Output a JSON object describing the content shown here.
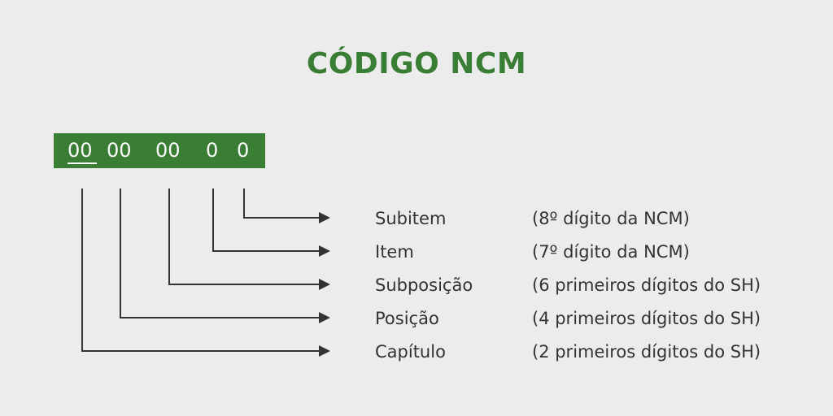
{
  "title": "CÓDIGO NCM",
  "code": {
    "groups": [
      "00",
      "00",
      "00",
      "0",
      "0"
    ]
  },
  "levels": [
    {
      "name": "Subitem",
      "description": "(8º dígito da NCM)"
    },
    {
      "name": "Item",
      "description": "(7º dígito da NCM)"
    },
    {
      "name": "Subposição",
      "description": "(6 primeiros dígitos do SH)"
    },
    {
      "name": "Posição",
      "description": "(4 primeiros dígitos do SH)"
    },
    {
      "name": "Capítulo",
      "description": "(2 primeiros dígitos do SH)"
    }
  ],
  "colors": {
    "accent": "#3a7d34",
    "background": "#ececec",
    "text": "#333333",
    "line": "#333333"
  }
}
